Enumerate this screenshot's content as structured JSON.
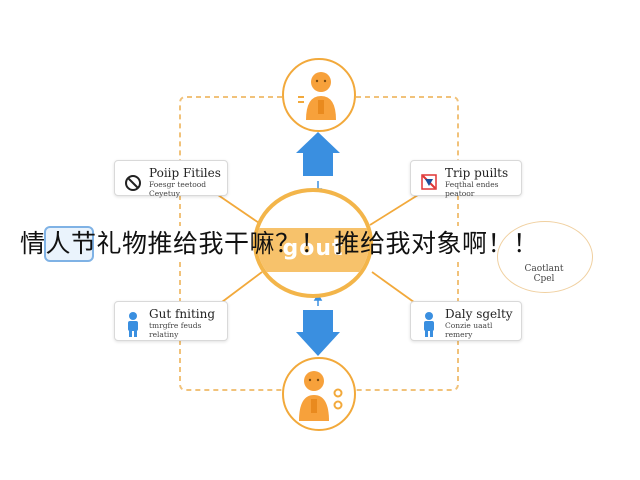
{
  "overlay_caption": "情人节礼物推给我干嘛？！ 推给我对象啊！！",
  "center": {
    "label": "gout"
  },
  "cards": {
    "top_left": {
      "title": "Poiip Fitiles",
      "subtitle": "Foesgr teetood\nCeyetuy",
      "icon": "no-sign-icon"
    },
    "top_right": {
      "title": "Trip puilts",
      "subtitle": "Feqthal endes\npeatoor",
      "icon": "no-sign-icon"
    },
    "bottom_left": {
      "title": "Gut fniting",
      "subtitle": "tmrgfre feuds\nrelatiny",
      "icon": "person-icon"
    },
    "bottom_right": {
      "title": "Daly sgelty",
      "subtitle": "Conzie uaatl\nremery",
      "icon": "person-icon"
    }
  },
  "right_node": {
    "label": "Caotlant\nCpel"
  },
  "colors": {
    "orange": "#f2a93b",
    "blue": "#3a8fe0",
    "dashed": "#f1c27a",
    "red": "#e03535"
  }
}
